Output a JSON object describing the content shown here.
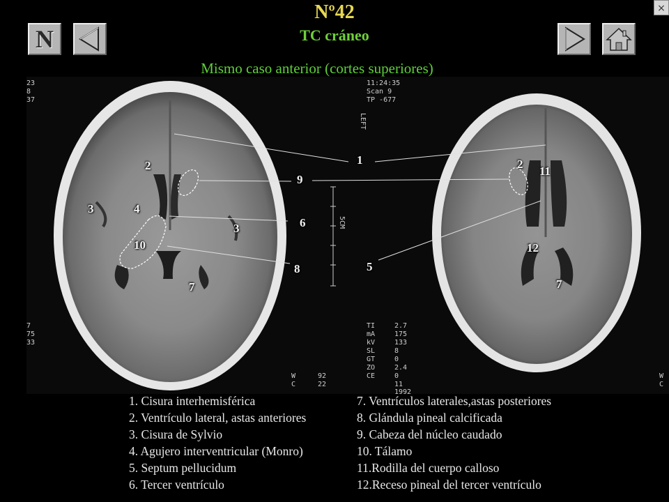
{
  "header": {
    "title": "Nº42",
    "subtitle": "TC cráneo",
    "caption": "Mismo caso anterior (cortes superiores)"
  },
  "nav": {
    "n_label": "N",
    "close_glyph": "×"
  },
  "icons": [
    "close-icon",
    "left-arrow-icon",
    "right-arrow-icon",
    "home-icon"
  ],
  "scan_overlay": {
    "top_left": [
      "23",
      "8",
      "37"
    ],
    "top_right": [
      "11:24:35",
      "Scan 9",
      "TP -677"
    ],
    "orientation": "LEFT",
    "scale_label": "5CM",
    "bottom_left": [
      "7",
      "75",
      "33"
    ],
    "bottom_right_labels": [
      "TI",
      "mA",
      "kV",
      "SL",
      "GT",
      "ZO",
      "CE"
    ],
    "bottom_right_values": [
      "2.7",
      "175",
      "133",
      "8",
      "0",
      "2.4",
      "0"
    ],
    "bottom_right_extra": [
      "11",
      "1992"
    ],
    "wc_left": [
      "W",
      "C"
    ],
    "wc_left_values": [
      "92",
      "22"
    ],
    "wc_right": [
      "W",
      "C"
    ]
  },
  "labels": {
    "l1": "1",
    "l2a": "2",
    "l2b": "2",
    "l3a": "3",
    "l3b": "3",
    "l4": "4",
    "l5": "5",
    "l6": "6",
    "l7a": "7",
    "l7b": "7",
    "l8": "8",
    "l9": "9",
    "l10": "10",
    "l11": "11",
    "l12": "12"
  },
  "legend": {
    "left": [
      "1. Cisura interhemisférica",
      "2. Ventrículo lateral, astas anteriores",
      "3. Cisura de Sylvio",
      "4. Agujero interventricular (Monro)",
      "5. Septum pellucidum",
      "6. Tercer ventrículo"
    ],
    "right": [
      "7. Ventrículos laterales,astas  posteriores",
      "8. Glándula pineal calcificada",
      "9. Cabeza del núcleo caudado",
      "10. Tálamo",
      "11.Rodilla del cuerpo calloso",
      "12.Receso pineal del tercer ventrículo"
    ]
  },
  "colors": {
    "title": "#e8d850",
    "subtitle": "#6fcf3a",
    "caption": "#5fd03a",
    "button": "#b5b5b5",
    "background": "#000000"
  }
}
